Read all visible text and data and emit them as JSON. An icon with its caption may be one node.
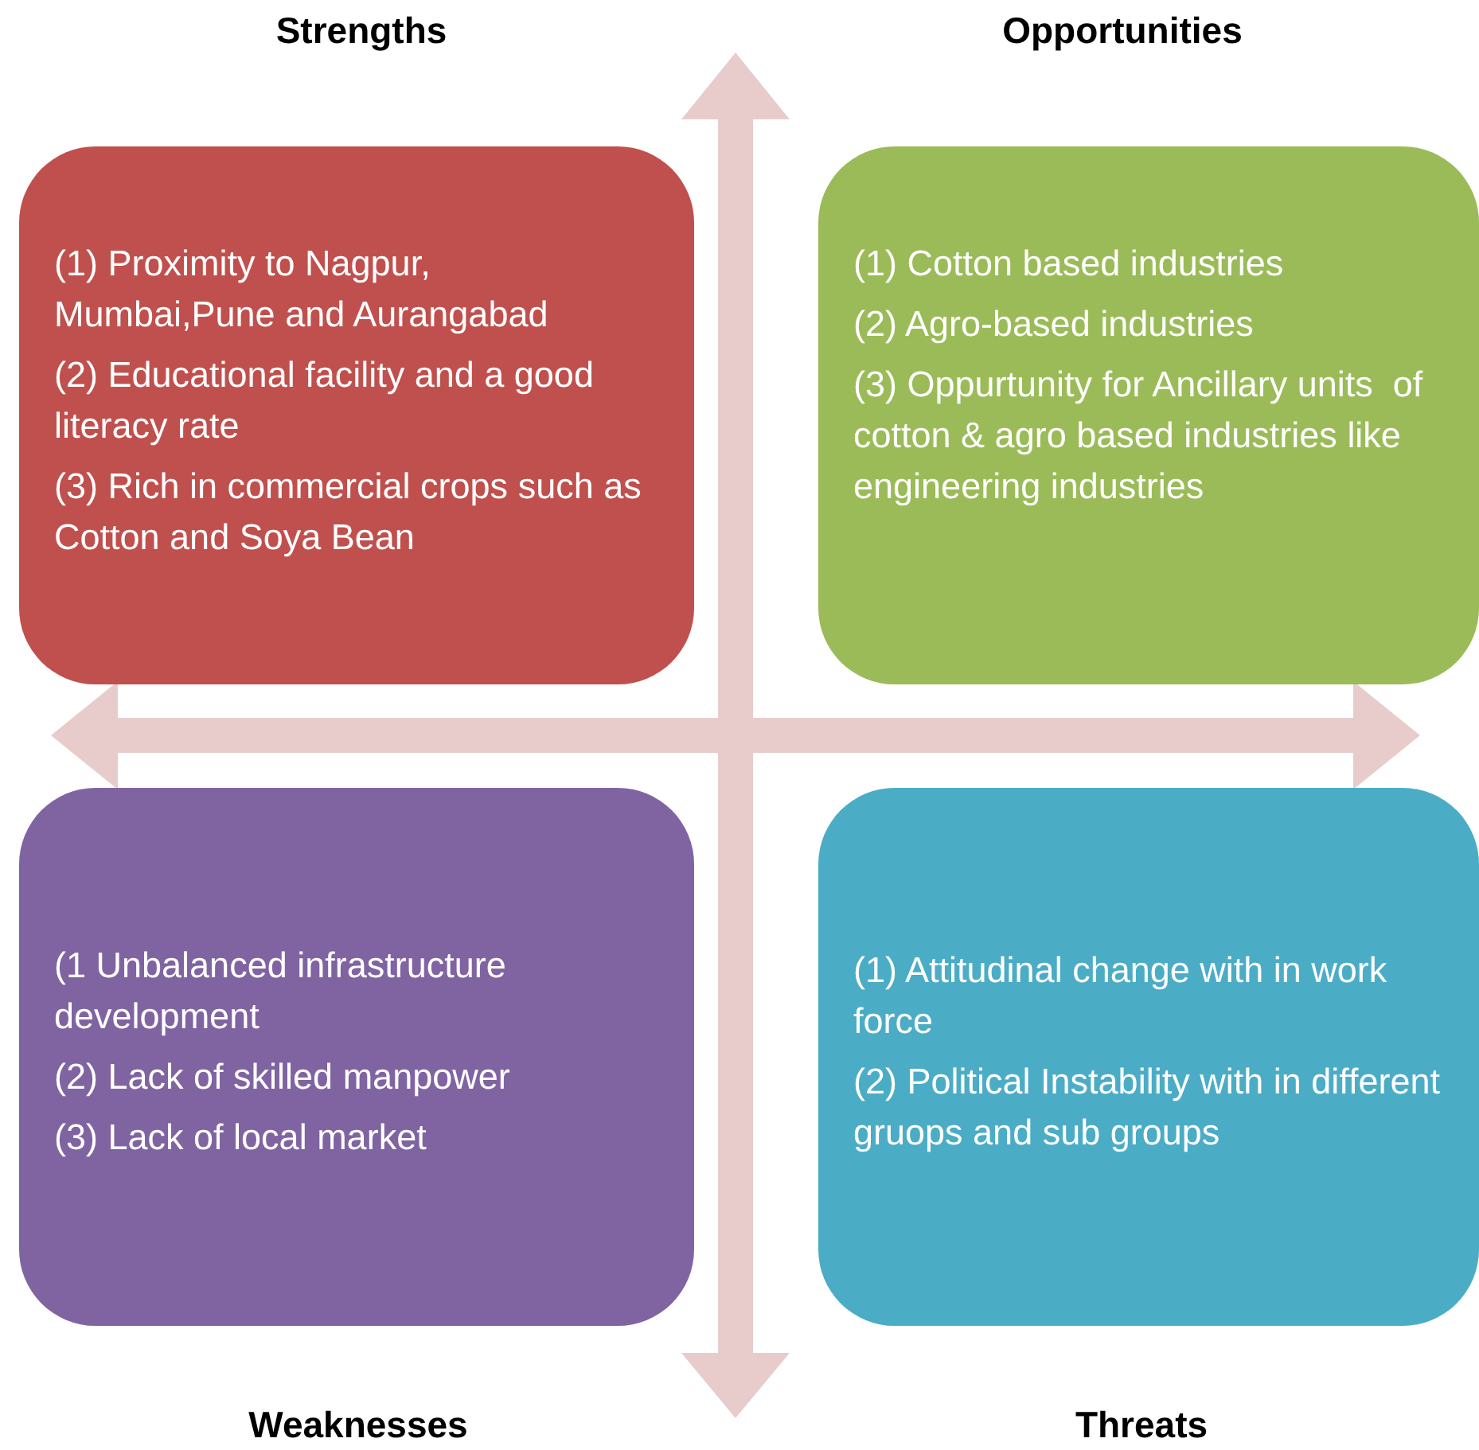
{
  "diagram": {
    "nodes": [
      {
        "text": [
          "Strengths",
          "(1) Proximity to Nagpur, Mumbai,Pune and Aurangabad",
          "(2) Educational facility and a good literacy rate",
          "(3) Rich in commercial crops such as Cotton and Soya Bean"
        ]
      },
      {
        "text": [
          "Opportunities",
          "(1) Cotton based industries",
          "(2) Agro-based industries",
          "(3) Oppurtunity for Ancillary units  of cotton & agro based industries like engineering industries"
        ]
      },
      {
        "text": [
          "(1 Unbalanced infrastructure development",
          "(2) Lack of skilled manpower",
          "(3) Lack of local market",
          "Weaknesses"
        ]
      },
      {
        "text": [
          "(1) Attitudinal change with in work force",
          "(2) Political Instability with in different gruops and sub groups",
          "Threats"
        ]
      }
    ],
    "edges": []
  }
}
